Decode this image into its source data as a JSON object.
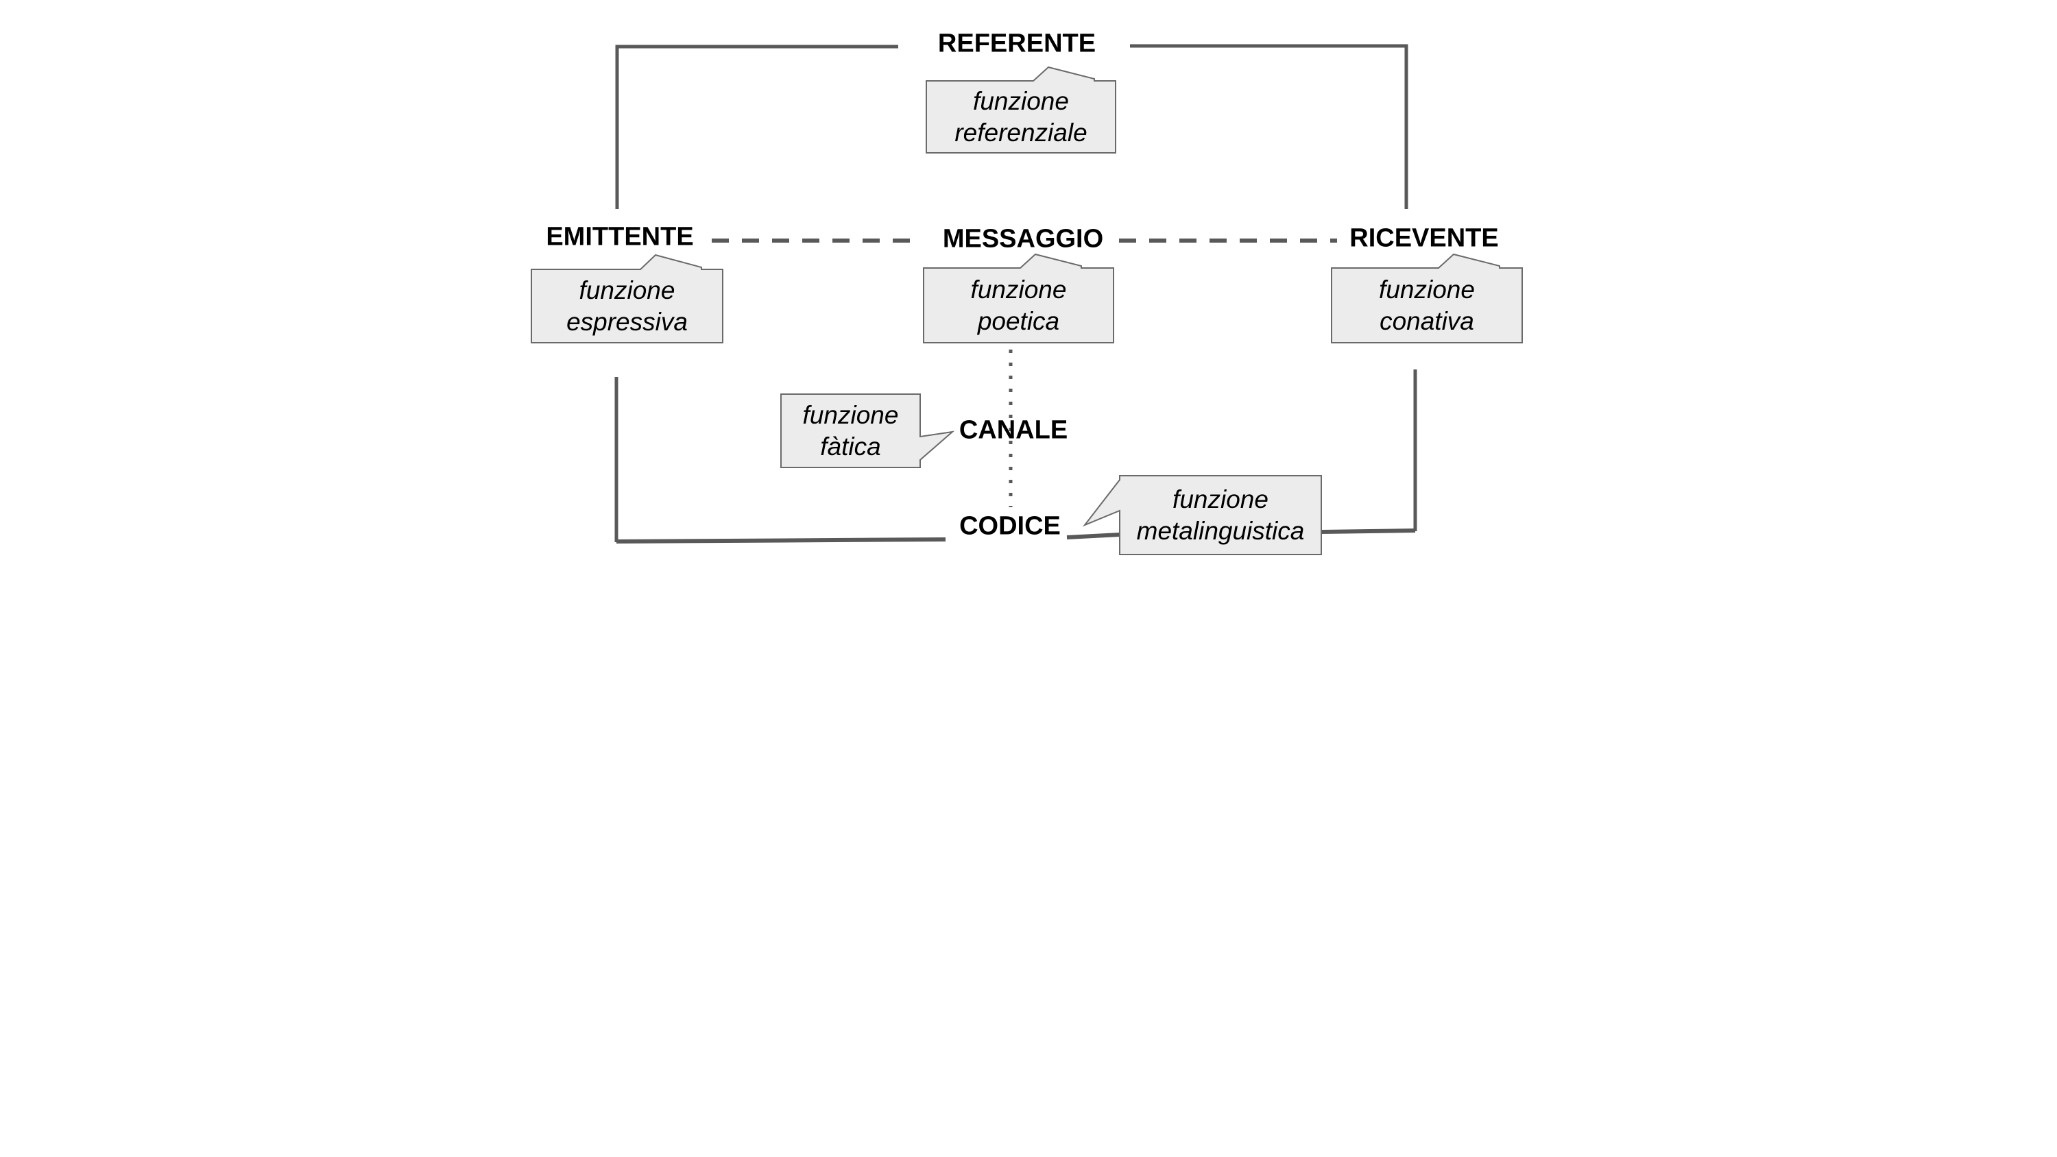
{
  "diagram": {
    "title_hint": "Jakobson communication model (Italian)",
    "colors": {
      "background": "#ffffff",
      "line": "#595959",
      "callout_fill": "#ececec",
      "callout_border": "#6a6a6a",
      "text": "#000000"
    },
    "nodes": {
      "referente": {
        "label": "REFERENTE"
      },
      "emittente": {
        "label": "EMITTENTE"
      },
      "messaggio": {
        "label": "MESSAGGIO"
      },
      "ricevente": {
        "label": "RICEVENTE"
      },
      "canale": {
        "label": "CANALE"
      },
      "codice": {
        "label": "CODICE"
      }
    },
    "callouts": {
      "referenziale": {
        "text": "funzione\nreferenziale"
      },
      "espressiva": {
        "text": "funzione\nespressiva"
      },
      "poetica": {
        "text": "funzione\npoetica"
      },
      "conativa": {
        "text": "funzione\nconativa"
      },
      "fatica": {
        "text": "funzione\nfàtica"
      },
      "metalinguistica": {
        "text": "funzione\nmetalinguistica"
      }
    },
    "connector_styles": {
      "solid": "emittente/ricevente to referente and codice brackets",
      "dashed": "emittente - messaggio - ricevente",
      "dotted": "messaggio - canale - codice"
    }
  }
}
